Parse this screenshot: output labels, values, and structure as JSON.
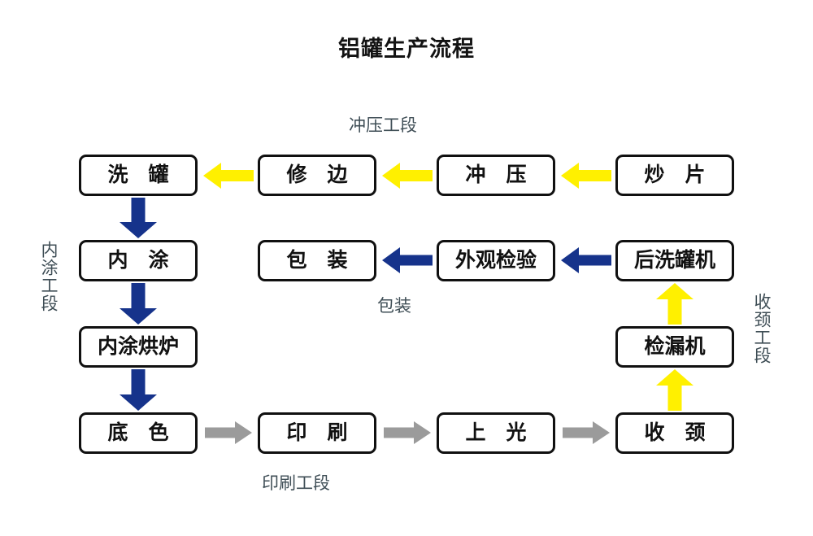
{
  "title": "铝罐生产流程",
  "colors": {
    "arrow_yellow": "#FFF000",
    "arrow_blue": "#16338B",
    "arrow_gray": "#9B9B9B",
    "box_border": "#101010",
    "box_fill": "#FFFFFF",
    "text": "#111111",
    "section_label": "#3F4E56",
    "background": "#FFFFFF"
  },
  "sections": {
    "stamping": "冲压工段",
    "packaging": "包装",
    "printing": "印刷工段",
    "inner_coating": "内涂工段",
    "necking": "收颈工段"
  },
  "boxes": {
    "row1": [
      {
        "id": "wash-can",
        "label": "洗 罐"
      },
      {
        "id": "trim",
        "label": "修 边"
      },
      {
        "id": "stamp",
        "label": "冲 压"
      },
      {
        "id": "blank",
        "label": "炒 片"
      }
    ],
    "row2": [
      {
        "id": "inner-coat",
        "label": "内 涂"
      },
      {
        "id": "pack",
        "label": "包 装"
      },
      {
        "id": "visual-inspect",
        "label": "外观检验"
      },
      {
        "id": "post-washer",
        "label": "后洗罐机"
      }
    ],
    "row3": [
      {
        "id": "inner-coat-oven",
        "label": "内涂烘炉"
      },
      {
        "id": "leak-tester",
        "label": "检漏机"
      }
    ],
    "row4": [
      {
        "id": "base-coat",
        "label": "底 色"
      },
      {
        "id": "print",
        "label": "印 刷"
      },
      {
        "id": "varnish",
        "label": "上 光"
      },
      {
        "id": "neck",
        "label": "收 颈"
      }
    ]
  },
  "arrows": [
    {
      "id": "blank-to-stamp",
      "direction": "left",
      "color": "#FFF000"
    },
    {
      "id": "stamp-to-trim",
      "direction": "left",
      "color": "#FFF000"
    },
    {
      "id": "trim-to-wash",
      "direction": "left",
      "color": "#FFF000"
    },
    {
      "id": "wash-to-innercoat",
      "direction": "down",
      "color": "#16338B"
    },
    {
      "id": "innercoat-to-oven",
      "direction": "down",
      "color": "#16338B"
    },
    {
      "id": "oven-to-basecoat",
      "direction": "down",
      "color": "#16338B"
    },
    {
      "id": "basecoat-to-print",
      "direction": "right",
      "color": "#9B9B9B"
    },
    {
      "id": "print-to-varnish",
      "direction": "right",
      "color": "#9B9B9B"
    },
    {
      "id": "varnish-to-neck",
      "direction": "right",
      "color": "#9B9B9B"
    },
    {
      "id": "neck-to-leaktester",
      "direction": "up",
      "color": "#FFF000"
    },
    {
      "id": "leaktester-to-postwash",
      "direction": "up",
      "color": "#FFF000"
    },
    {
      "id": "postwash-to-inspect",
      "direction": "left",
      "color": "#16338B"
    },
    {
      "id": "inspect-to-pack",
      "direction": "left",
      "color": "#16338B"
    }
  ]
}
